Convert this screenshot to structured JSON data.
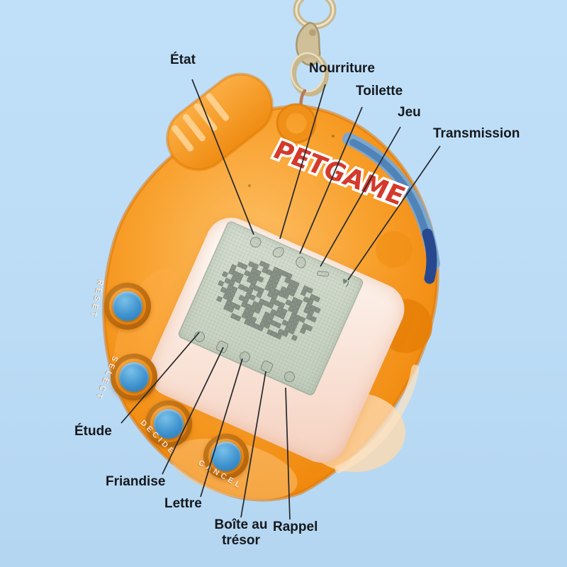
{
  "figure": {
    "description": "Annotated photo of a translucent orange virtual pet keychain (Tamagotchi-style) with French labels pointing to its screen icons",
    "background_color": "#bcdcf6"
  },
  "labels": {
    "etat": "État",
    "nourriture": "Nourriture",
    "toilette": "Toilette",
    "jeu": "Jeu",
    "transmission": "Transmission",
    "etude": "Étude",
    "friandise": "Friandise",
    "lettre": "Lettre",
    "boite_au_tresor": "Boîte au\ntrésor",
    "rappel": "Rappel"
  },
  "device": {
    "logo_text": "PETGAME",
    "side_labels": {
      "reset": "RESET",
      "select": "SELECT",
      "decide": "DECIDE",
      "cancel": "CANCEL"
    },
    "screen": {
      "top_icons": [
        "status",
        "food",
        "toilet",
        "game",
        "transmission"
      ],
      "bottom_icons": [
        "study",
        "treat",
        "letter",
        "treasure-box",
        "recall"
      ],
      "pixel_art": [
        "......##.####.........",
        "....##.####.###.##....",
        "..##.##..##..##.#.##..",
        ".#..####.##.###..##...",
        ".###.##..#####.##.###.",
        "#.##..###.##..###.##..",
        ".##.###.#..###.##..##.",
        "#.##..##.###.##.###...",
        ".###.##.##..###.##.##.",
        "..##..####.##..###.#..",
        ".#.###.##..####.##....",
        "...##..###.##..##.#...",
        ".....##.####.###......",
        "......................"
      ]
    },
    "colors": {
      "shell": "#f79c24",
      "band": "#4b7fb6",
      "band_tip": "#27488e",
      "button_cap": "#3b8fcc",
      "logo": "#d43a2c",
      "lcd": "#ccd6c6",
      "chain": "#c9b78d",
      "label_text": "#15181d"
    }
  }
}
